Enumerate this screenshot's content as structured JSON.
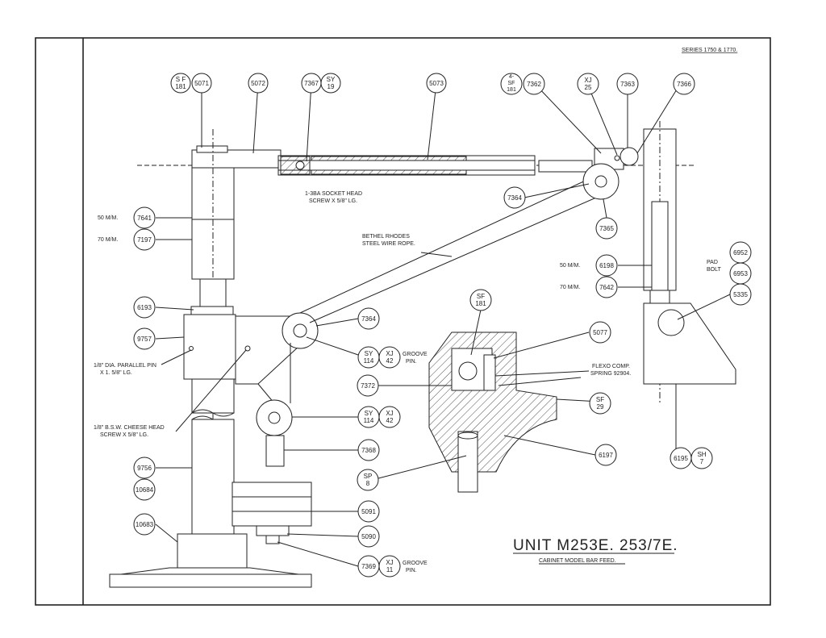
{
  "drawing": {
    "series": "SERIES 1750 & 1770.",
    "title": "UNIT M253E. 253/7E.",
    "subtitle": "CABINET MODEL BAR FEED."
  },
  "notes": {
    "socket_head_1": "1-3BA SOCKET HEAD",
    "socket_head_2": "SCREW X 5/8\" LG.",
    "wire_rope_1": "BETHEL RHODES",
    "wire_rope_2": "STEEL WIRE ROPE.",
    "parallel_pin_1": "1/8\" DIA. PARALLEL PIN",
    "parallel_pin_2": "X 1. 5/8\" LG.",
    "cheese_head_1": "1/8\" B.S.W. CHEESE HEAD",
    "cheese_head_2": "SCREW X 5/8\" LG.",
    "groove_pin_a_1": "GROOVE",
    "groove_pin_a_2": "PIN.",
    "groove_pin_b_1": "GROOVE",
    "groove_pin_b_2": "PIN.",
    "flexo_1": "FLEXO COMP.",
    "flexo_2": "SPRING 92904.",
    "pad_bolt_1": "PAD",
    "pad_bolt_2": "BOLT",
    "left_50": "50 M/M.",
    "left_70": "70 M/M.",
    "right_50": "50 M/M.",
    "right_70": "70 M/M."
  },
  "callouts": {
    "sf181_top_1": "S F",
    "sf181_top_2": "181",
    "c5071": "5071",
    "c5072": "5072",
    "c7367": "7367",
    "sy19_1": "SY",
    "sy19_2": "19",
    "c5073": "5073",
    "sf181_right_1": "4-",
    "sf181_right_2": "SF",
    "sf181_right_3": "181",
    "c7362": "7362",
    "xj25_1": "XJ",
    "xj25_2": "25",
    "c7363": "7363",
    "c7366": "7366",
    "c7364_top": "7364",
    "c7365": "7365",
    "c7641": "7641",
    "c7197": "7197",
    "c6198": "6198",
    "c7642": "7642",
    "c6952": "6952",
    "c6953": "6953",
    "c5335": "5335",
    "c6193": "6193",
    "c9757": "9757",
    "c7364_mid": "7364",
    "sy114_a_1": "SY",
    "sy114_a_2": "114",
    "xj42_a_1": "XJ",
    "xj42_a_2": "42",
    "sf181_mid_1": "SF",
    "sf181_mid_2": "181",
    "c5077": "5077",
    "c7372": "7372",
    "sf29_1": "SF",
    "sf29_2": "29",
    "sy114_b_1": "SY",
    "sy114_b_2": "114",
    "xj42_b_1": "XJ",
    "xj42_b_2": "42",
    "c7368": "7368",
    "c6197": "6197",
    "c6195": "6195",
    "sh7_1": "SH",
    "sh7_2": "7",
    "c9756": "9756",
    "c10684": "10684",
    "sp8_1": "SP",
    "sp8_2": "8",
    "c5091": "5091",
    "c10683": "10683",
    "c5090": "5090",
    "c7369": "7369",
    "xj11_1": "XJ",
    "xj11_2": "11"
  }
}
